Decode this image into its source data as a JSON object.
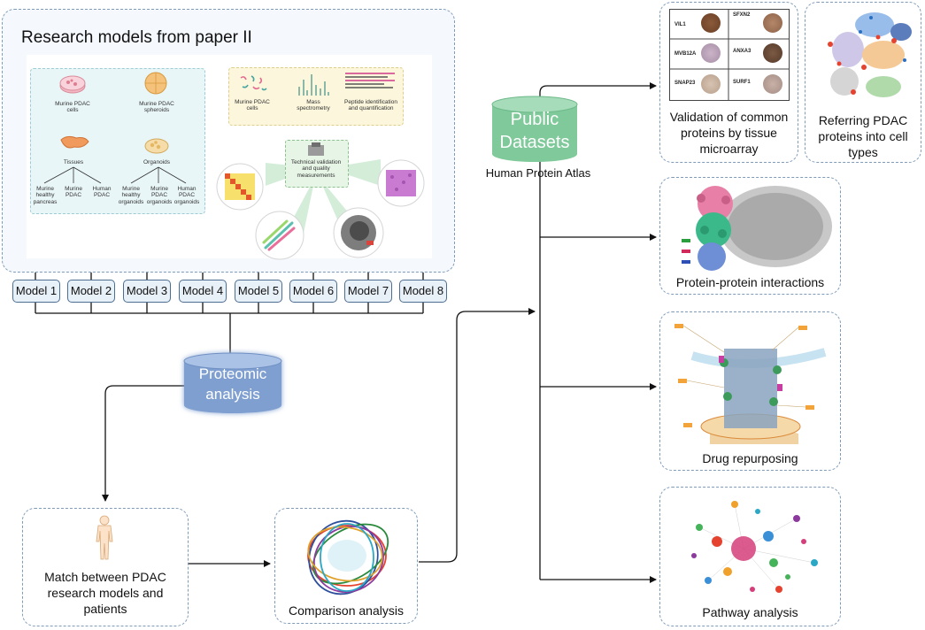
{
  "research_models": {
    "title": "Research models from paper II",
    "sources": {
      "murine_pdac_cells": "Murine PDAC cells",
      "murine_pdac_spheroids": "Murine PDAC spheroids",
      "tissues": "Tissues",
      "organoids": "Organoids",
      "murine_healthy_pancreas": "Murine healthy pancreas",
      "murine_pdac": "Murine PDAC",
      "human_pdac": "Human PDAC",
      "murine_healthy_organoids": "Murine healthy organoids",
      "murine_pdac_organoids": "Murine PDAC organoids",
      "human_pdac_organoids": "Human PDAC organoids"
    },
    "workflow": {
      "murine_pdac_cells": "Murine PDAC cells",
      "mass_spectrometry": "Mass spectrometry",
      "peptide_identification": "Peptide identification and quantification",
      "technical_validation": "Technical validation and quality measurements"
    }
  },
  "models": [
    "Model 1",
    "Model 2",
    "Model 3",
    "Model 4",
    "Model 5",
    "Model 6",
    "Model 7",
    "Model 8"
  ],
  "proteomic": {
    "line1": "Proteomic",
    "line2": "analysis"
  },
  "match": {
    "line1": "Match between PDAC",
    "line2": "research models and",
    "line3": "patients"
  },
  "comparison": {
    "label": "Comparison analysis"
  },
  "public": {
    "line1": "Public",
    "line2": "Datasets",
    "caption": "Human Protein Atlas"
  },
  "tissue_array": {
    "cells": [
      "VIL1",
      "SFXN2",
      "MVB12A",
      "ANXA3",
      "SNAP23",
      "SURF1"
    ],
    "line1": "Validation of common",
    "line2": "proteins by tissue",
    "line3": "microarray"
  },
  "cell_types": {
    "line1": "Referring PDAC",
    "line2": "proteins into cell",
    "line3": "types"
  },
  "ppi": {
    "label": "Protein-protein interactions"
  },
  "drug": {
    "label": "Drug repurposing"
  },
  "pathway": {
    "label": "Pathway analysis"
  },
  "colors": {
    "dashed_border": "#7f9bb8",
    "model_fill": "#e8f0f8",
    "proteomic": "#7e9fd0",
    "public": "#7fc99a"
  }
}
